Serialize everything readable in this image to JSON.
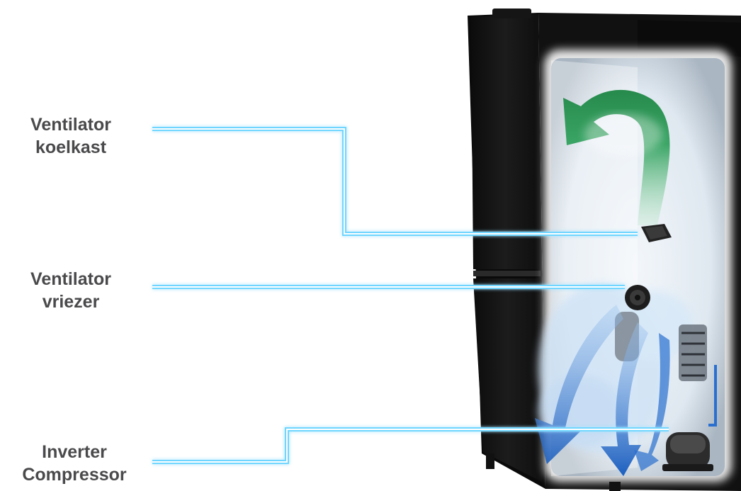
{
  "labels": [
    {
      "line1": "Ventilator",
      "line2": "koelkast"
    },
    {
      "line1": "Ventilator",
      "line2": "vriezer"
    },
    {
      "line1": "Inverter",
      "line2": "Compressor"
    }
  ],
  "colors": {
    "fridge_body": "#141414",
    "interior_glow": "#e6eef6",
    "cold_air_green": "#2e9a58",
    "cold_air_blue": "#2166c4",
    "leader_line": "#6fd6ff",
    "label_text": "#4a4a4c"
  },
  "icons": {
    "fridge_fan": "fan-icon",
    "freezer_fan": "fan-icon",
    "compressor": "compressor-icon"
  }
}
